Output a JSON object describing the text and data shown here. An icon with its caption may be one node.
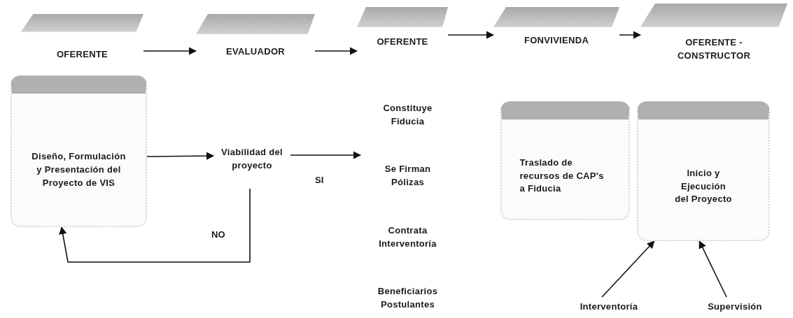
{
  "diagram": {
    "nodes": [
      {
        "text": [
          "OFERENTE"
        ]
      },
      {
        "text": [
          "EVALUADOR"
        ]
      },
      {
        "text": [
          "OFERENTE"
        ]
      },
      {
        "text": [
          "FONVIVIENDA"
        ]
      },
      {
        "text": [
          "OFERENTE - CONSTRUCTOR"
        ]
      },
      {
        "text": [
          "Diseño, Formulación y Presentación del Proyecto de VIS"
        ]
      },
      {
        "text": [
          "Viabilidad del proyecto"
        ]
      },
      {
        "text": [
          "Constituye Fiducia",
          "Se Firman Pólizas",
          "Contrata Interventoría",
          "Beneficiarios Postulantes"
        ]
      },
      {
        "text": [
          "Traslado de recursos de CAP's a Fiducia"
        ]
      },
      {
        "text": [
          "Inicio y Ejecución del Proyecto"
        ]
      },
      {
        "text": [
          "Interventoría"
        ]
      },
      {
        "text": [
          "Supervisión"
        ]
      }
    ],
    "edges": [
      {
        "from": 0,
        "to": 1,
        "arrow": "to"
      },
      {
        "from": 1,
        "to": 2,
        "arrow": "to"
      },
      {
        "from": 2,
        "to": 3,
        "arrow": "to"
      },
      {
        "from": 3,
        "to": 4,
        "arrow": "to"
      },
      {
        "from": 5,
        "to": 6,
        "arrow": "to"
      },
      {
        "from": 6,
        "to": 7,
        "arrow": "to",
        "label": "SI"
      },
      {
        "from": 6,
        "to": 5,
        "arrow": "to",
        "label": "NO"
      },
      {
        "from": 10,
        "to": 9,
        "arrow": "to"
      },
      {
        "from": 11,
        "to": 9,
        "arrow": "to"
      }
    ]
  }
}
